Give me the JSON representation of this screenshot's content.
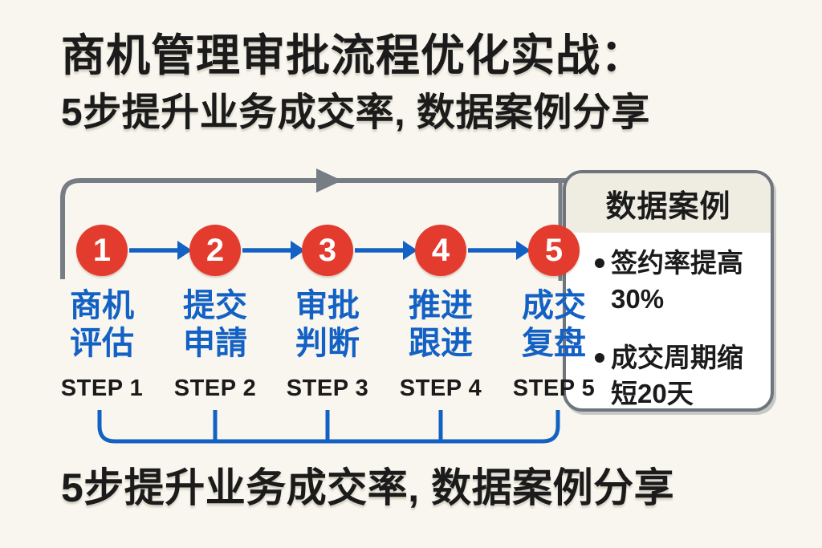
{
  "title": {
    "line1": "商机管理审批流程优化实战：",
    "line2": "5步提升业务成交率, 数据案例分享"
  },
  "flow": {
    "steps": [
      {
        "num": "1",
        "label_line1": "商机",
        "label_line2": "评估",
        "step_label": "STEP 1"
      },
      {
        "num": "2",
        "label_line1": "提交",
        "label_line2": "申請",
        "step_label": "STEP 2"
      },
      {
        "num": "3",
        "label_line1": "审批",
        "label_line2": "判断",
        "step_label": "STEP 3"
      },
      {
        "num": "4",
        "label_line1": "推进",
        "label_line2": "跟进",
        "step_label": "STEP 4"
      },
      {
        "num": "5",
        "label_line1": "成交",
        "label_line2": "复盘",
        "step_label": "STEP 5"
      }
    ]
  },
  "panel": {
    "title": "数据案例",
    "bullets": [
      "签约率提高30%",
      "成交周期缩短20天"
    ]
  },
  "footer": {
    "text": "5步提升业务成交率, 数据案例分享"
  },
  "colors": {
    "background": "#f8f6ee",
    "accent_red": "#e33b2d",
    "accent_blue": "#1361c4",
    "line_gray": "#777d84",
    "panel_header_bg": "#efece2",
    "text_black": "#1b1b1b"
  }
}
